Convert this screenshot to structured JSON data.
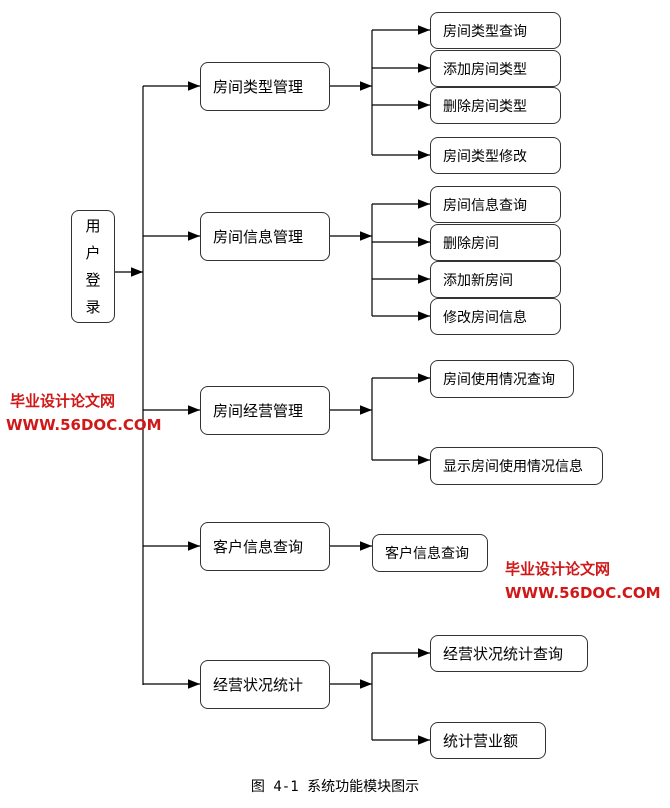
{
  "root": "用户登录",
  "modules": [
    {
      "label": "房间类型管理",
      "children": [
        "房间类型查询",
        "添加房间类型",
        "删除房间类型",
        "房间类型修改"
      ]
    },
    {
      "label": "房间信息管理",
      "children": [
        "房间信息查询",
        "删除房间",
        "添加新房间",
        "修改房间信息"
      ]
    },
    {
      "label": "房间经营管理",
      "children": [
        "房间使用情况查询",
        "显示房间使用情况信息"
      ]
    },
    {
      "label": "客户信息查询",
      "children": [
        "客户信息查询"
      ]
    },
    {
      "label": "经营状况统计",
      "children": [
        "经营状况统计查询",
        "统计营业额"
      ]
    }
  ],
  "caption": "图 4-1 系统功能模块图示",
  "watermark": {
    "site_cn": "毕业设计论文网",
    "site_url": "WWW.56DOC.COM",
    "color": "#d01818"
  }
}
